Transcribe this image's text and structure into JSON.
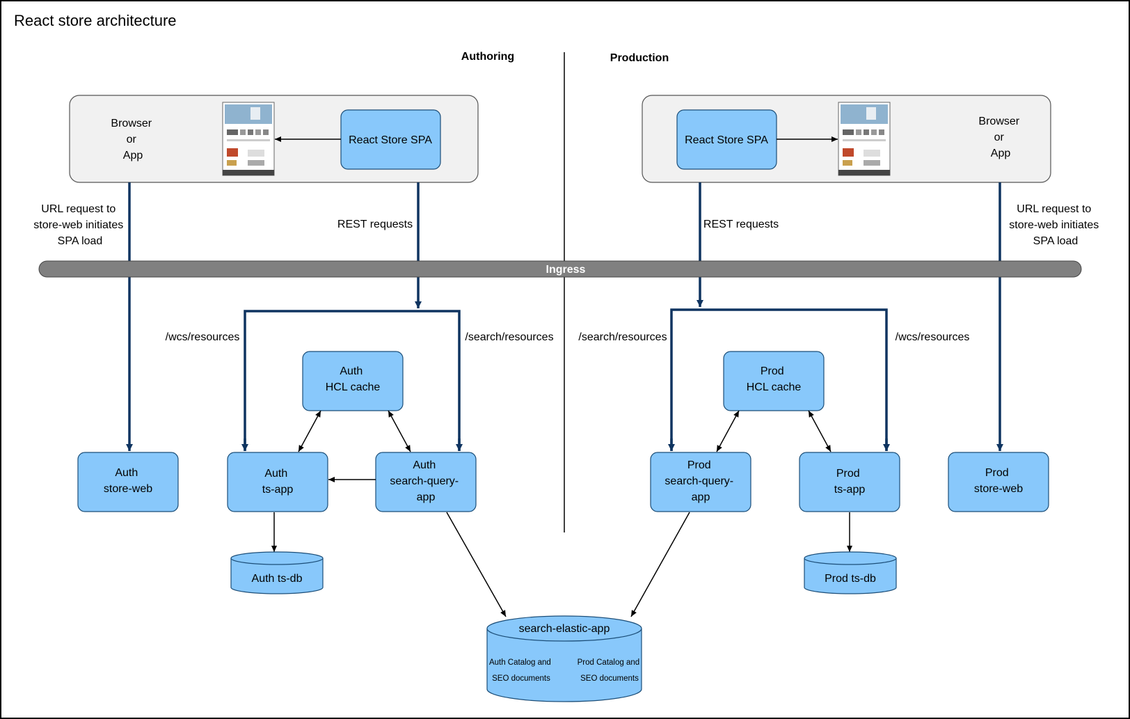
{
  "title": "React store architecture",
  "sections": {
    "authoring": "Authoring",
    "production": "Production"
  },
  "ingress": "Ingress",
  "authoring": {
    "browser": [
      "Browser",
      "or",
      "App"
    ],
    "spa": "React Store SPA",
    "url_request": [
      "URL request to",
      "store-web initiates",
      "SPA load"
    ],
    "rest_requests": "REST requests",
    "wcs_path": "/wcs/resources",
    "search_path": "/search/resources",
    "hcl_cache": [
      "Auth",
      "HCL cache"
    ],
    "store_web": [
      "Auth",
      "store-web"
    ],
    "ts_app": [
      "Auth",
      "ts-app"
    ],
    "search_query_app": [
      "Auth",
      "search-query-",
      "app"
    ],
    "ts_db": "Auth ts-db"
  },
  "production": {
    "browser": [
      "Browser",
      "or",
      "App"
    ],
    "spa": "React Store SPA",
    "url_request": [
      "URL request to",
      "store-web initiates",
      "SPA load"
    ],
    "rest_requests": "REST requests",
    "search_path": "/search/resources",
    "wcs_path": "/wcs/resources",
    "hcl_cache": [
      "Prod",
      "HCL cache"
    ],
    "search_query_app": [
      "Prod",
      "search-query-",
      "app"
    ],
    "ts_app": [
      "Prod",
      "ts-app"
    ],
    "store_web": [
      "Prod",
      "store-web"
    ],
    "ts_db": "Prod ts-db"
  },
  "elastic": {
    "name": "search-elastic-app",
    "auth_docs": [
      "Auth Catalog and",
      "SEO documents"
    ],
    "prod_docs": [
      "Prod Catalog and",
      "SEO documents"
    ]
  },
  "colors": {
    "box_fill": "#88c8fb",
    "box_stroke": "#1c4e78",
    "arrow_thick": "#0f3460",
    "ingress": "#808080",
    "panel": "#f1f1f1"
  }
}
